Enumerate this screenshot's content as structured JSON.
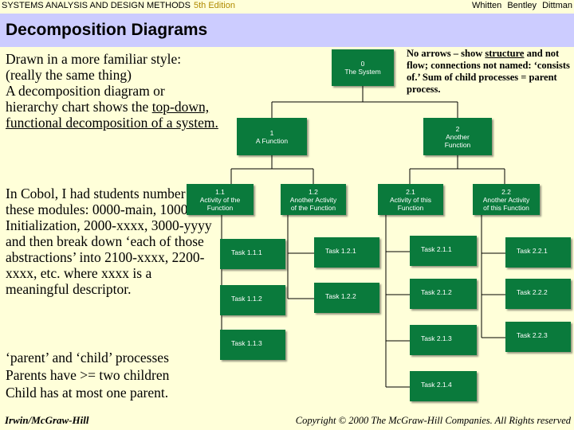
{
  "header": {
    "left": "SYSTEMS ANALYSIS AND DESIGN METHODS",
    "edition": "5th Edition",
    "right": "Whitten  Bentley  Dittman"
  },
  "title": "Decomposition Diagrams",
  "para1": {
    "line1": "Drawn in a more familiar style: (really the same thing)",
    "line2a": "A decomposition diagram or hierarchy chart shows the ",
    "line2b": "top-down, functional decomposition of a system."
  },
  "para2": "In Cobol, I had students number these modules: 0000-main, 1000-Initialization, 2000-xxxx, 3000-yyyy and then break down ‘each of those abstractions’ into 2100-xxxx, 2200-xxxx, etc. where xxxx is a meaningful descriptor.",
  "para3": {
    "line1": "‘parent’ and ‘child’ processes",
    "line2": "Parents have >= two children",
    "line3": "Child has at most one parent."
  },
  "note": {
    "a": "No arrows – show ",
    "b": "structure",
    "c": " and not flow; connections not named: ‘consists of.’ Sum of child processes = parent process."
  },
  "boxes": {
    "n0": "0\nThe System",
    "n1": "1\nA Function",
    "n2": "2\nAnother\nFunction",
    "n11": "1.1\nActivity of the\nFunction",
    "n12": "1.2\nAnother Activity\nof the Function",
    "n21": "2.1\nActivity of this\nFunction",
    "n22": "2.2\nAnother Activity\nof this Function",
    "t111": "Task  1.1.1",
    "t112": "Task  1.1.2",
    "t113": "Task  1.1.3",
    "t121": "Task  1.2.1",
    "t122": "Task  1.2.2",
    "t211": "Task  2.1.1",
    "t212": "Task  2.1.2",
    "t213": "Task  2.1.3",
    "t214": "Task  2.1.4",
    "t221": "Task  2.2.1",
    "t222": "Task  2.2.2",
    "t223": "Task  2.2.3"
  },
  "footer": {
    "left": "Irwin/McGraw-Hill",
    "right": "Copyright © 2000 The McGraw-Hill Companies. All Rights reserved"
  }
}
